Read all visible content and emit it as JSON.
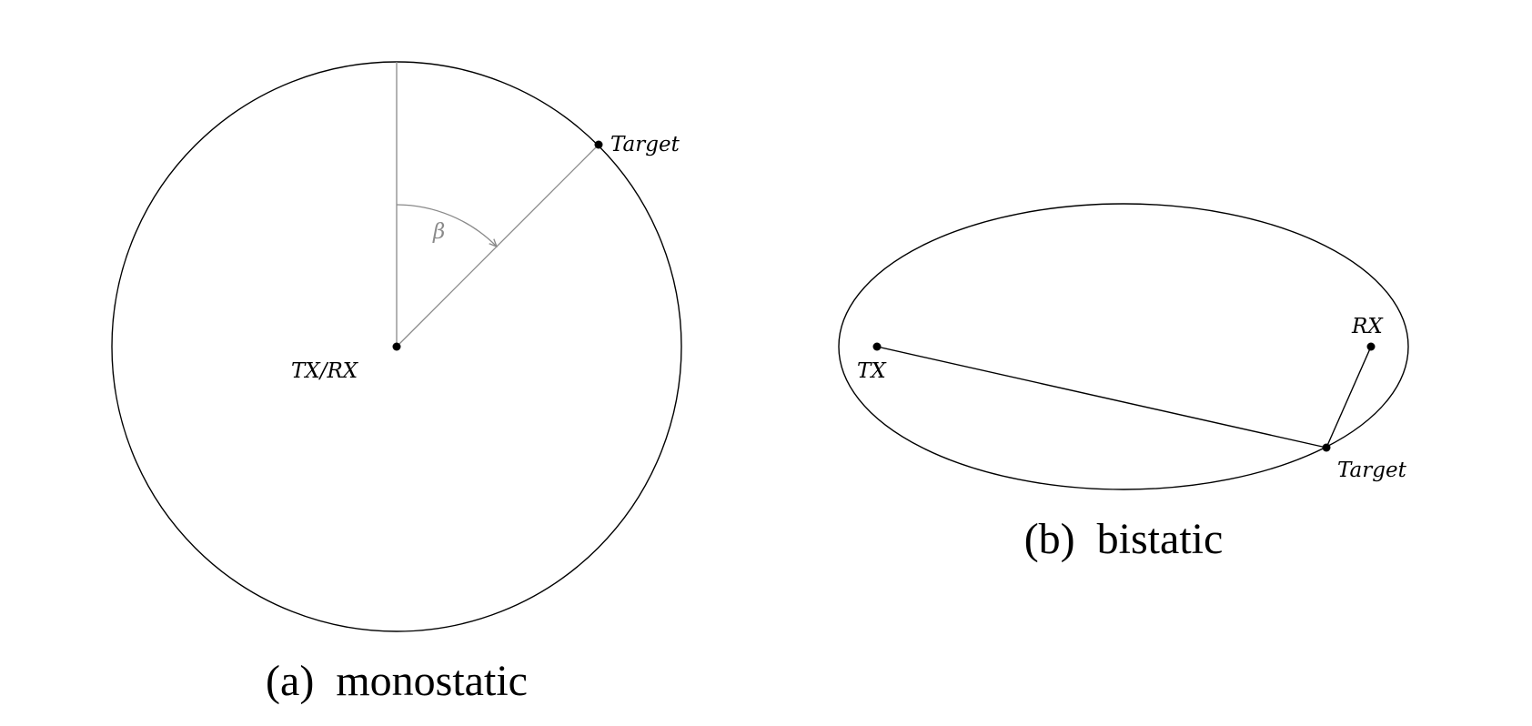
{
  "panel_a": {
    "transceiver_label": "TX/RX",
    "target_label": "Target",
    "angle_label": "β",
    "caption": "(a)  monostatic"
  },
  "panel_b": {
    "transmitter_label": "TX",
    "receiver_label": "RX",
    "target_label": "Target",
    "caption": "(b)  bistatic"
  },
  "colors": {
    "ink": "#000000",
    "guide": "#8a8a8a"
  }
}
